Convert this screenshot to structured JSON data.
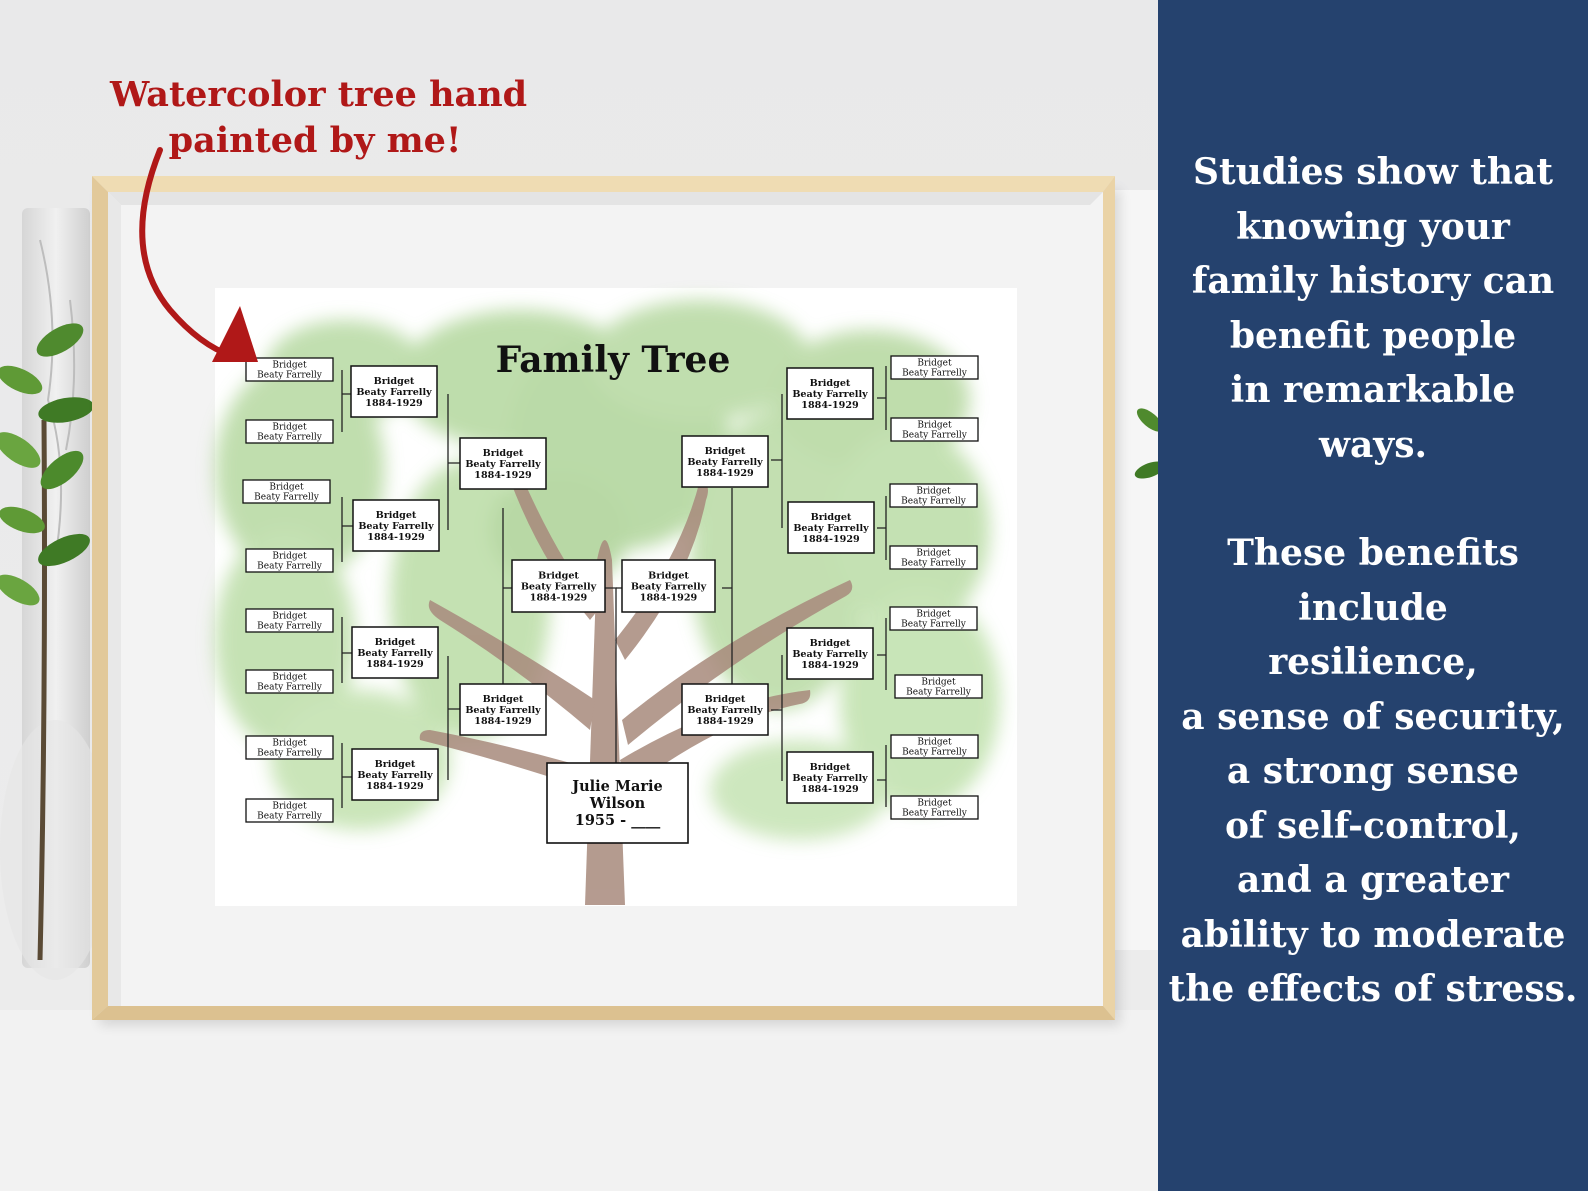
{
  "callout": {
    "lines": [
      "Watercolor tree hand",
      "painted by me!"
    ]
  },
  "print": {
    "title": "Family Tree",
    "center_person": [
      "Julie Marie",
      "Wilson",
      "1955 - ____"
    ],
    "ancestor_label": [
      "Bridget",
      "Beaty Farrelly",
      "1884-1929"
    ],
    "great_grandparent_label": [
      "Bridget",
      "Beaty Farrelly"
    ]
  },
  "side_panel": {
    "paragraph_1": [
      "Studies show that",
      "knowing your",
      "family history can",
      "benefit people",
      "in remarkable",
      "ways."
    ],
    "paragraph_2": [
      "These benefits",
      "include",
      "resilience,",
      "a sense of security,",
      "a strong sense",
      "of self-control,",
      "and a greater",
      "ability to moderate",
      "the effects of stress."
    ]
  },
  "colors": {
    "panel": "#25426e",
    "callout": "#b01818",
    "frame_wood": "#e8d3a8",
    "foliage": "#a9d296",
    "trunk": "#a88a7c"
  }
}
